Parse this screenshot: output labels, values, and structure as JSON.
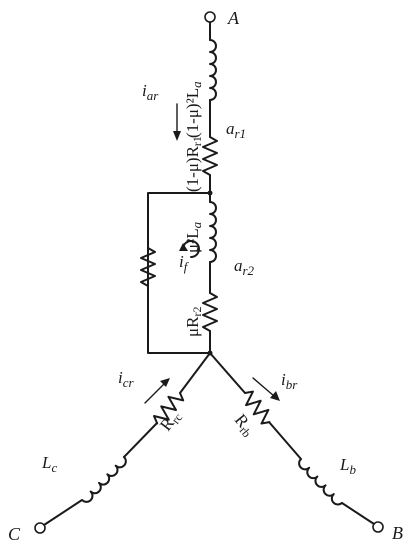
{
  "terminals": {
    "a": "A",
    "b": "B",
    "c": "C"
  },
  "labels": {
    "la_top": "(1-μ)²L",
    "la_top_sub": "a",
    "rr1_full": "(1-μ)R",
    "rr1_sub": "r1",
    "ar1_main": "a",
    "ar1_sub": "r1",
    "iar_main": "i",
    "iar_sub": "ar",
    "la_mid": "μ²L",
    "la_mid_sub": "a",
    "if_main": "i",
    "if_sub": "f",
    "ar2_main": "a",
    "ar2_sub": "r2",
    "rr2_main": "μR",
    "rr2_sub": "r2",
    "icr_main": "i",
    "icr_sub": "cr",
    "ibr_main": "i",
    "ibr_sub": "br",
    "rrc_main": "R",
    "rrc_sub": "rc",
    "rrb_main": "R",
    "rrb_sub": "rb",
    "lc_main": "L",
    "lc_sub": "c",
    "lb_main": "L",
    "lb_sub": "b"
  }
}
